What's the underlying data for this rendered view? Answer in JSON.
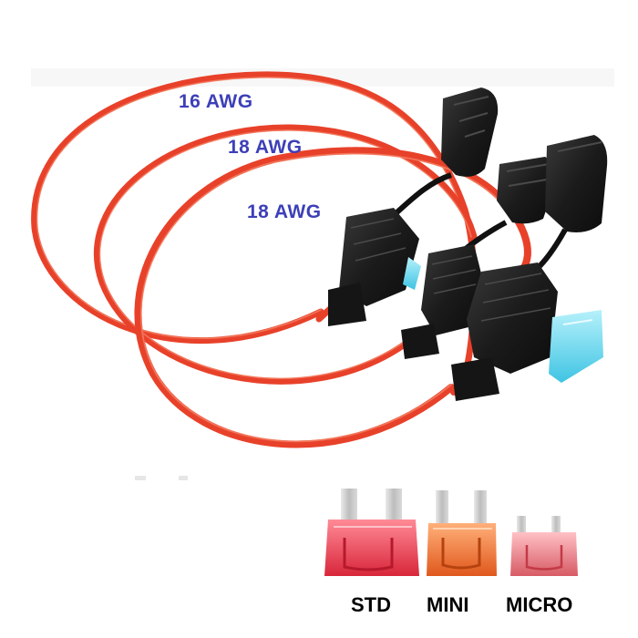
{
  "image": {
    "wire_labels": [
      {
        "text": "16 AWG"
      },
      {
        "text": "18 AWG"
      },
      {
        "text": "18 AWG"
      }
    ],
    "fuse_types": [
      {
        "label": "STD"
      },
      {
        "label": "MINI"
      },
      {
        "label": "MICRO"
      }
    ],
    "colors": {
      "wire": "#e8412a",
      "wire_highlight": "#f78a6e",
      "label_text": "#3d3fb8",
      "holder": "#1e1e1e",
      "fuse_blue": "#5fd6ee",
      "fuse_std": "#ee4a5c",
      "fuse_mini": "#f0783a",
      "fuse_micro": "#e87a82",
      "blade": "#c9c9c9"
    },
    "icons": [
      "inline-fuse-holder",
      "blade-fuse-std",
      "blade-fuse-mini",
      "blade-fuse-micro"
    ]
  }
}
